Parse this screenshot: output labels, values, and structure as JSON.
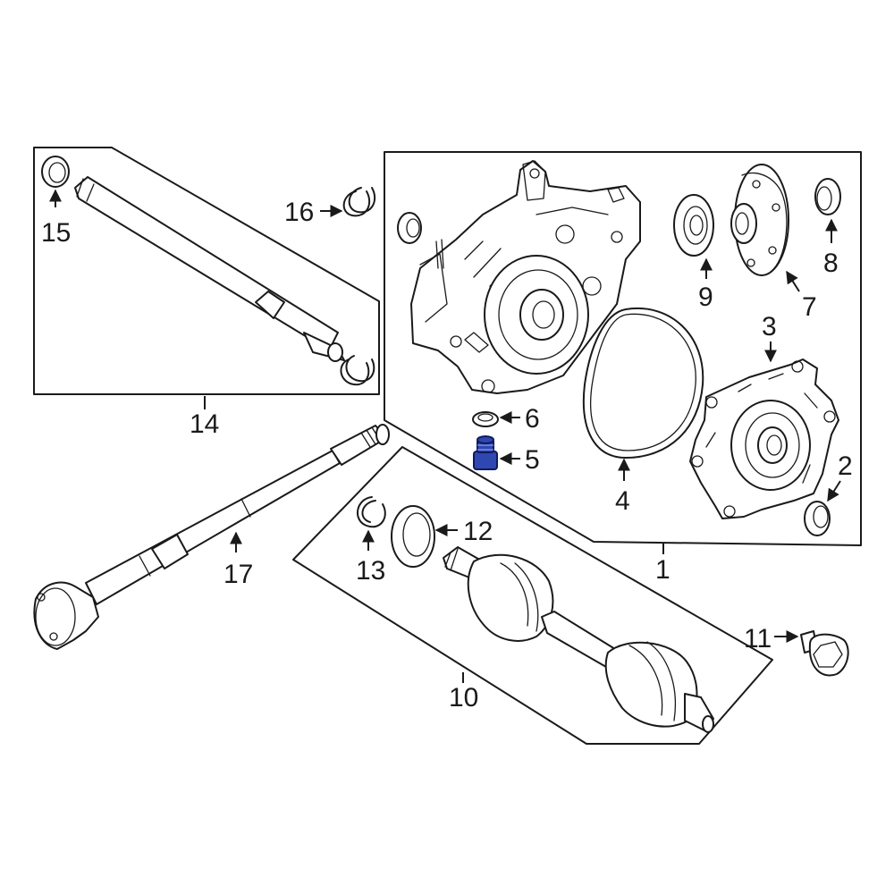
{
  "callouts": {
    "c1": "1",
    "c2": "2",
    "c3": "3",
    "c4": "4",
    "c5": "5",
    "c6": "6",
    "c7": "7",
    "c8": "8",
    "c9": "9",
    "c10": "10",
    "c11": "11",
    "c12": "12",
    "c13": "13",
    "c14": "14",
    "c15": "15",
    "c16": "16",
    "c17": "17"
  },
  "colors": {
    "line": "#1a1a1a",
    "highlight": "#2f47b0",
    "background": "#ffffff"
  }
}
